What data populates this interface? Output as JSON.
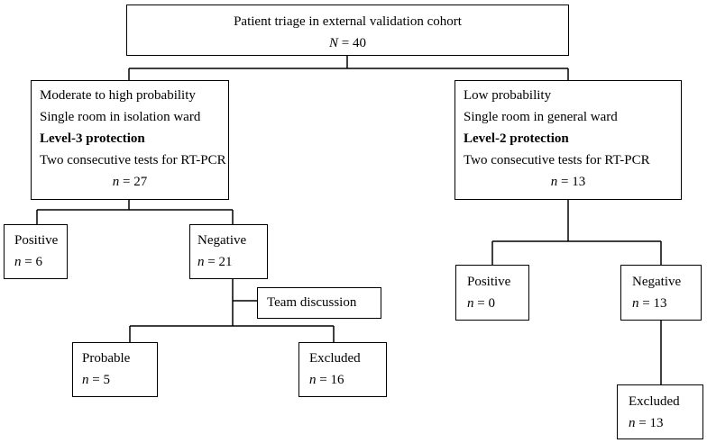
{
  "root": {
    "title": "Patient triage in external validation cohort",
    "n_symbol": "N",
    "n_value": "= 40"
  },
  "left": {
    "line1": "Moderate to high probability",
    "line2": "Single room in isolation ward",
    "line3": "Level-3 protection",
    "line4": "Two consecutive tests for RT-PCR",
    "n_symbol": "n",
    "n_value": "= 27"
  },
  "right": {
    "line1": "Low probability",
    "line2": "Single room in general ward",
    "line3": "Level-2 protection",
    "line4": "Two consecutive tests for RT-PCR",
    "n_symbol": "n",
    "n_value": "= 13"
  },
  "left_positive": {
    "label": "Positive",
    "n_symbol": "n",
    "n_value": "= 6"
  },
  "left_negative": {
    "label": "Negative",
    "n_symbol": "n",
    "n_value": "= 21"
  },
  "team_discussion": {
    "label": "Team discussion"
  },
  "probable": {
    "label": "Probable",
    "n_symbol": "n",
    "n_value": "= 5"
  },
  "left_excluded": {
    "label": "Excluded",
    "n_symbol": "n",
    "n_value": "= 16"
  },
  "right_positive": {
    "label": "Positive",
    "n_symbol": "n",
    "n_value": "= 0"
  },
  "right_negative": {
    "label": "Negative",
    "n_symbol": "n",
    "n_value": "= 13"
  },
  "right_excluded": {
    "label": "Excluded",
    "n_symbol": "n",
    "n_value": "= 13"
  }
}
